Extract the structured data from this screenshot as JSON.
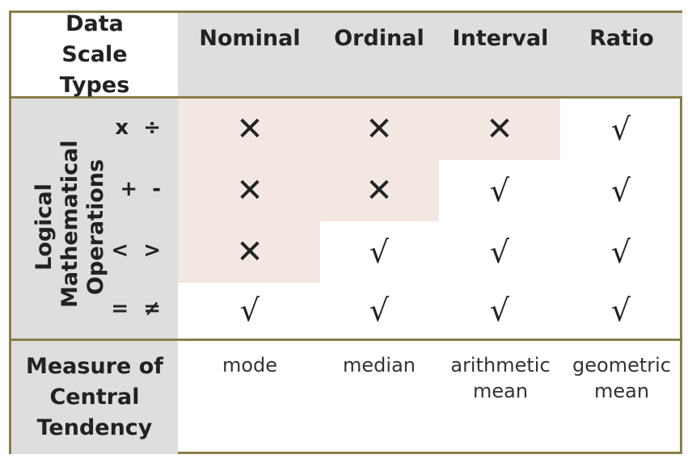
{
  "header": {
    "corner": "Data Scale Types",
    "columns": [
      "Nominal",
      "Ordinal",
      "Interval",
      "Ratio"
    ]
  },
  "operations": {
    "group_label": "Logical Mathematical Operations",
    "rows": [
      {
        "symbols": "x  ÷",
        "marks": [
          "cross",
          "cross",
          "cross",
          "check"
        ]
      },
      {
        "symbols": "+  -",
        "marks": [
          "cross",
          "cross",
          "check",
          "check"
        ]
      },
      {
        "symbols": "<  >",
        "marks": [
          "cross",
          "check",
          "check",
          "check"
        ]
      },
      {
        "symbols": "=  ≠",
        "marks": [
          "check",
          "check",
          "check",
          "check"
        ]
      }
    ],
    "cross_glyph": "✕",
    "check_glyph": "√"
  },
  "central_tendency": {
    "label": "Measure of Central Tendency",
    "values": [
      "mode",
      "median",
      "arithmetic mean",
      "geometric mean"
    ]
  },
  "colors": {
    "border": "#8a7d48",
    "header_gray": "#dedede",
    "disallowed_pink": "#f3e7e1"
  }
}
